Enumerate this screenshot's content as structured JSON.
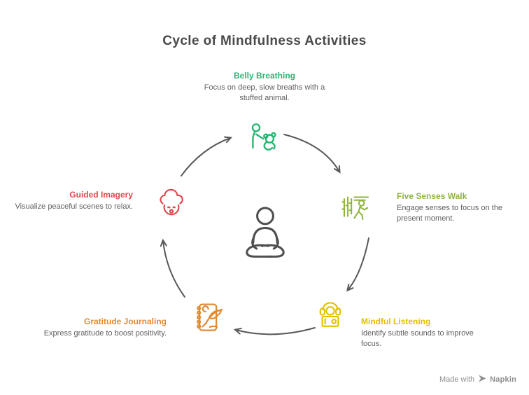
{
  "title": "Cycle of Mindfulness Activities",
  "nodes": [
    {
      "title": "Belly Breathing",
      "desc": "Focus on deep, slow breaths with a stuffed animal.",
      "color": "#29B573",
      "icon": "child-with-stuffed-animal-icon"
    },
    {
      "title": "Five Senses Walk",
      "desc": "Engage senses to focus on the present moment.",
      "color": "#8FB43A",
      "icon": "walking-in-nature-icon"
    },
    {
      "title": "Mindful Listening",
      "desc": "Identify subtle sounds to improve focus.",
      "color": "#E3C000",
      "icon": "headphones-listening-icon"
    },
    {
      "title": "Gratitude Journaling",
      "desc": "Express gratitude to boost positivity.",
      "color": "#E08A33",
      "icon": "journal-with-quill-icon"
    },
    {
      "title": "Guided Imagery",
      "desc": "Visualize peaceful scenes to relax.",
      "color": "#E0484F",
      "icon": "cloud-daydream-face-icon"
    }
  ],
  "center_icon": "meditating-person-icon",
  "colors": {
    "title": "#4A4A4A",
    "description": "#606060",
    "arrow": "#595959",
    "center_icon": "#4F4F4F",
    "footer": "#8E8E8E"
  },
  "footer": {
    "made_with": "Made with",
    "brand": "Napkin"
  }
}
